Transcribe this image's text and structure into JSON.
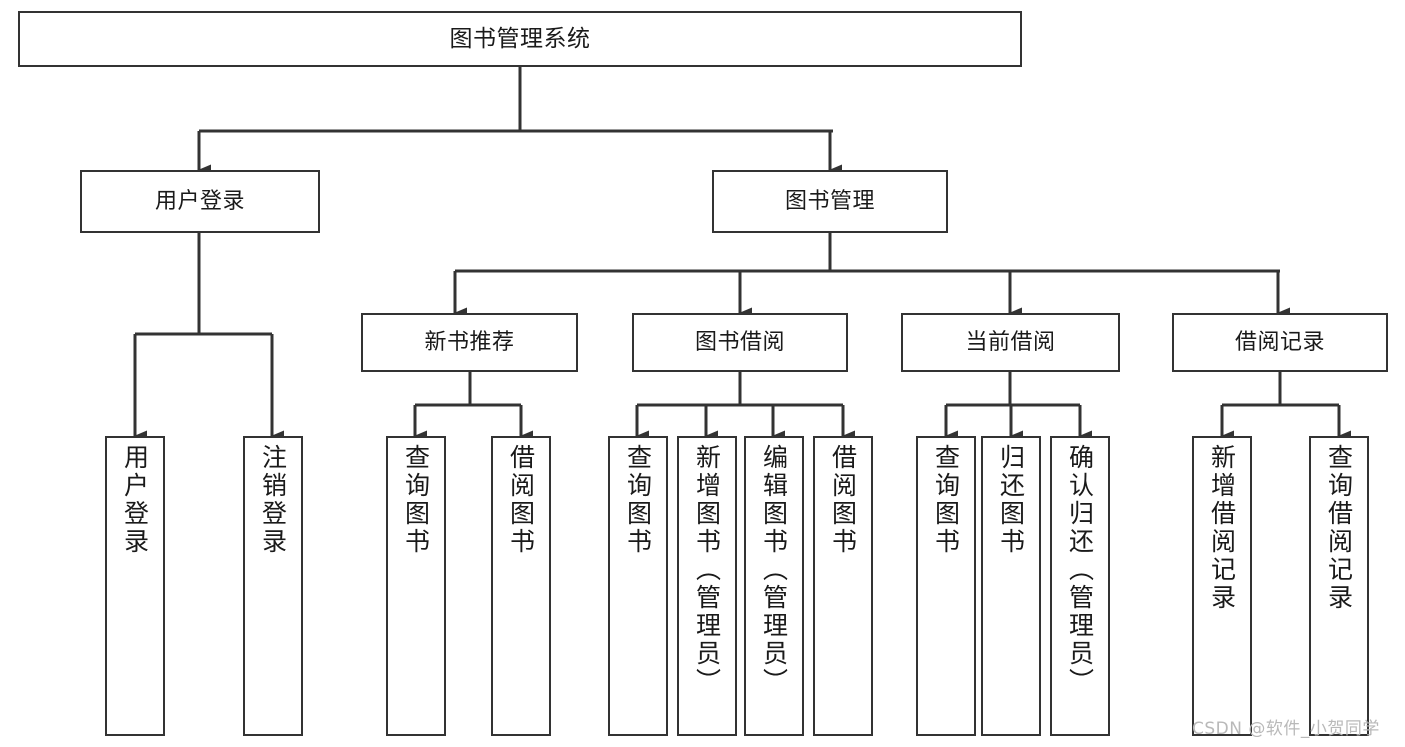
{
  "diagram": {
    "title": "图书管理系统",
    "watermark": "CSDN @软件_小贺同学",
    "stroke_color": "#333333",
    "background_color": "#ffffff",
    "text_color": "#1a1a1a",
    "watermark_color": "#b9b9b9"
  },
  "nodes": {
    "root": {
      "label": "图书管理系统"
    },
    "level2": [
      {
        "label": "用户登录"
      },
      {
        "label": "图书管理"
      }
    ],
    "level3": [
      {
        "label": "新书推荐"
      },
      {
        "label": "图书借阅"
      },
      {
        "label": "当前借阅"
      },
      {
        "label": "借阅记录"
      }
    ],
    "leaves": {
      "user_login": [
        {
          "label": "用户登录"
        },
        {
          "label": "注销登录"
        }
      ],
      "new_book": [
        {
          "label": "查询图书"
        },
        {
          "label": "借阅图书"
        }
      ],
      "book_borrow": [
        {
          "label": "查询图书"
        },
        {
          "label": "新增图书（管理员）"
        },
        {
          "label": "编辑图书（管理员）"
        },
        {
          "label": "借阅图书"
        }
      ],
      "current_borrow": [
        {
          "label": "查询图书"
        },
        {
          "label": "归还图书"
        },
        {
          "label": "确认归还（管理员）"
        }
      ],
      "borrow_record": [
        {
          "label": "新增借阅记录"
        },
        {
          "label": "查询借阅记录"
        }
      ]
    }
  }
}
